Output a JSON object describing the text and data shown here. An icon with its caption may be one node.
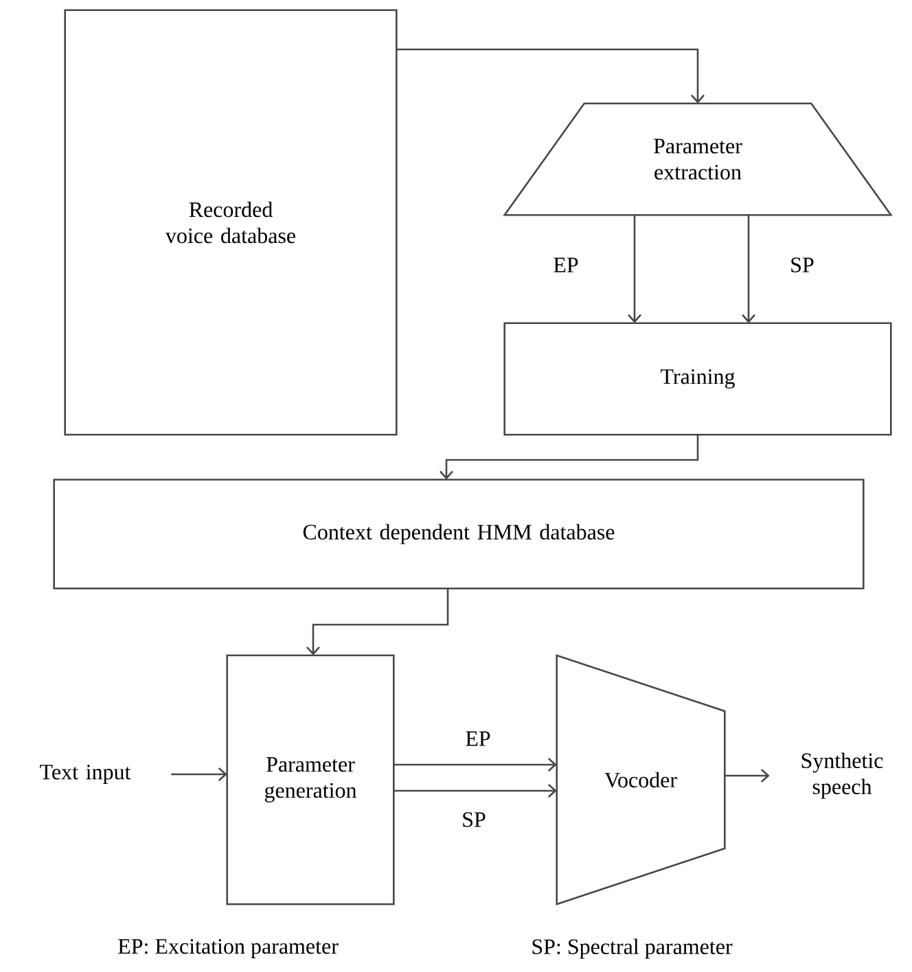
{
  "diagram": {
    "nodes": [
      {
        "text": [
          "Recorded voice database"
        ]
      },
      {
        "text": [
          "Parameter extraction"
        ]
      },
      {
        "text": [
          "Training"
        ]
      },
      {
        "text": [
          "Context dependent HMM database"
        ]
      },
      {
        "text": [
          "Text input"
        ]
      },
      {
        "text": [
          "Parameter generation"
        ]
      },
      {
        "text": [
          "Vocoder"
        ]
      },
      {
        "text": [
          "Synthetic speech"
        ]
      }
    ],
    "edges": [
      {
        "from": 0,
        "to": 1,
        "arrow": "to"
      },
      {
        "from": 1,
        "to": 2,
        "arrow": "to",
        "label": "EP"
      },
      {
        "from": 1,
        "to": 2,
        "arrow": "to",
        "label": "SP"
      },
      {
        "from": 2,
        "to": 3,
        "arrow": "to"
      },
      {
        "from": 3,
        "to": 5,
        "arrow": "to"
      },
      {
        "from": 4,
        "to": 5,
        "arrow": "to"
      },
      {
        "from": 5,
        "to": 6,
        "arrow": "to",
        "label": "EP"
      },
      {
        "from": 5,
        "to": 6,
        "arrow": "to",
        "label": "SP"
      },
      {
        "from": 6,
        "to": 7,
        "arrow": "to"
      }
    ],
    "labels": [
      "EP: Excitation parameter",
      "SP: Spectral parameter"
    ]
  }
}
